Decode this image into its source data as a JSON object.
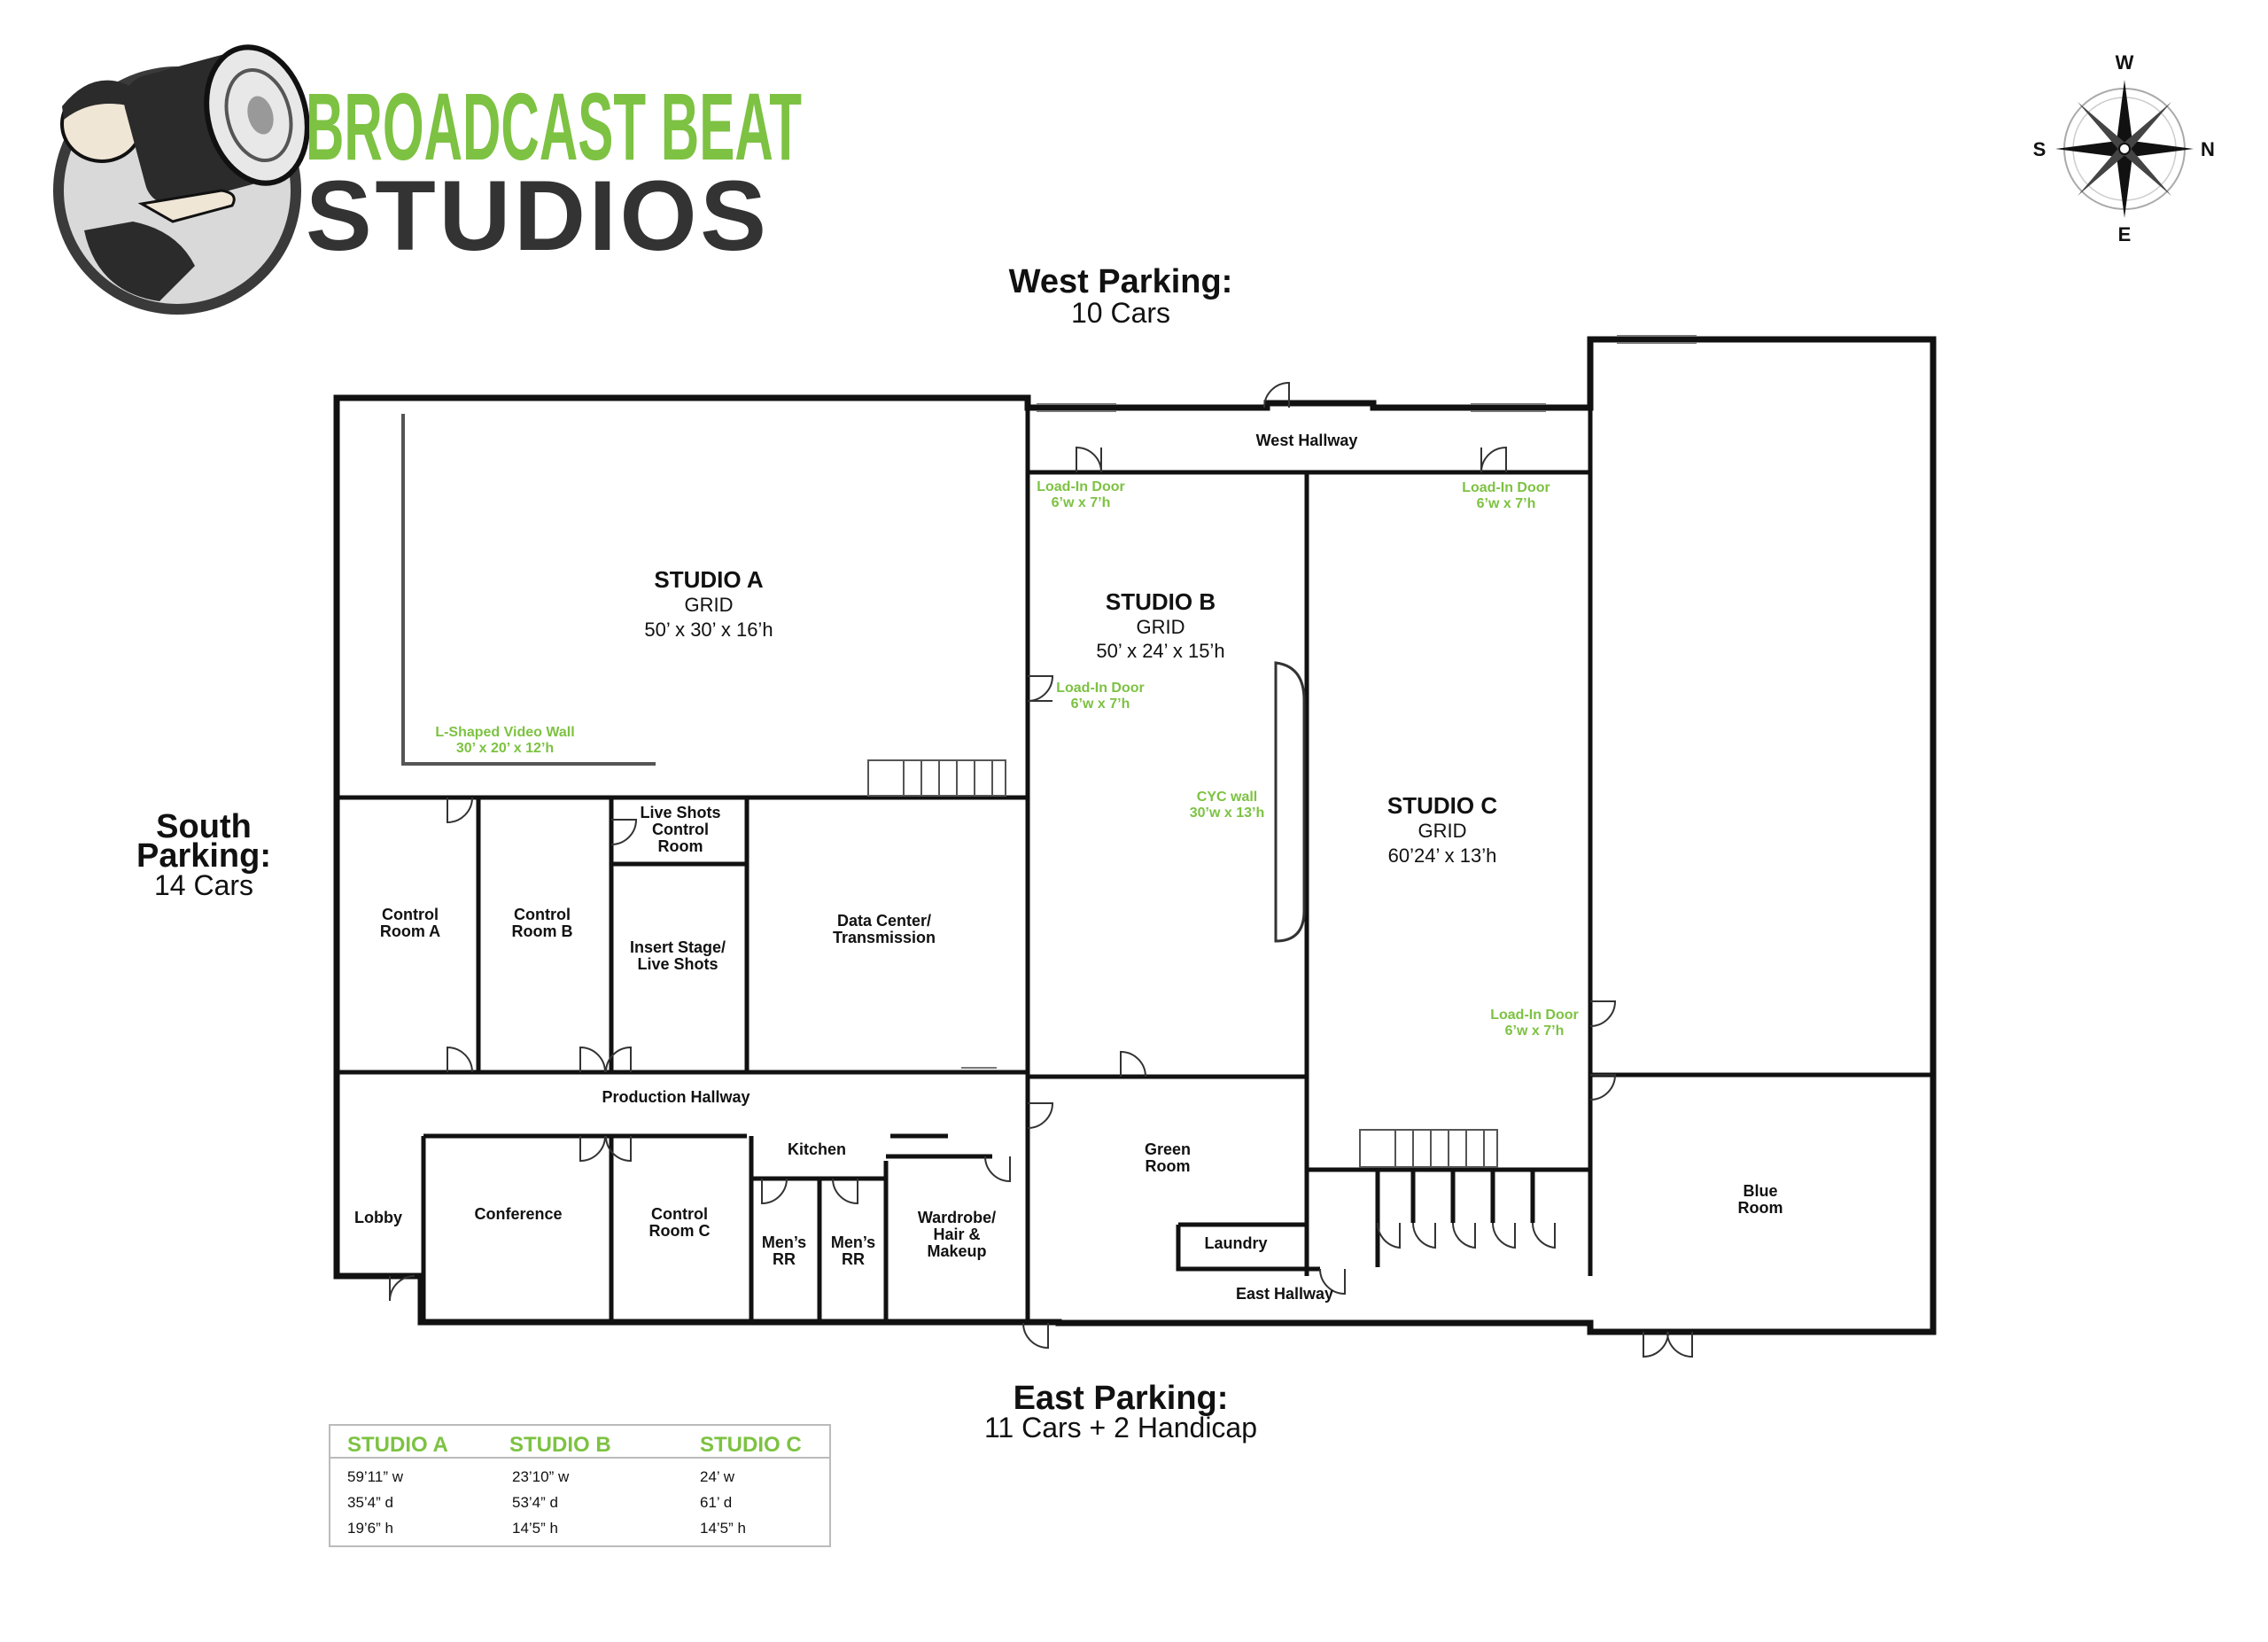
{
  "logo": {
    "line1": "BROADCAST BEAT",
    "line2": "STUDIOS",
    "green": "#7dc242",
    "dark": "#333333"
  },
  "compass": {
    "north": "W",
    "east": "N",
    "south": "E",
    "west": "S"
  },
  "parking": {
    "west": {
      "title": "West Parking:",
      "count": "10 Cars"
    },
    "south": {
      "title1": "South",
      "title2": "Parking:",
      "count": "14 Cars"
    },
    "east": {
      "title": "East Parking:",
      "count": "11 Cars + 2 Handicap"
    }
  },
  "studios": {
    "a": {
      "name": "STUDIO A",
      "grid": "GRID",
      "dims": "50’ x 30’ x 16’h"
    },
    "b": {
      "name": "STUDIO B",
      "grid": "GRID",
      "dims": "50’ x 24’ x 15’h"
    },
    "c": {
      "name": "STUDIO C",
      "grid": "GRID",
      "dims": "60’24’ x 13’h"
    }
  },
  "green_labels": {
    "load_in_title": "Load-In Door",
    "load_in_size": "6’w x 7’h",
    "video_wall_title": "L-Shaped Video Wall",
    "video_wall_size": "30’ x 20’ x 12’h",
    "cyc_title": "CYC wall",
    "cyc_size": "30’w x 13’h"
  },
  "rooms": {
    "west_hallway": "West Hallway",
    "live_shots_1": "Live Shots",
    "live_shots_2": "Control",
    "live_shots_3": "Room",
    "control_a_1": "Control",
    "control_a_2": "Room A",
    "control_b_1": "Control",
    "control_b_2": "Room B",
    "insert_1": "Insert Stage/",
    "insert_2": "Live Shots",
    "data_1": "Data Center/",
    "data_2": "Transmission",
    "production_hallway": "Production Hallway",
    "kitchen": "Kitchen",
    "lobby": "Lobby",
    "conference": "Conference",
    "control_c_1": "Control",
    "control_c_2": "Room C",
    "mens_1": "Men’s",
    "mens_2": "RR",
    "wardrobe_1": "Wardrobe/",
    "wardrobe_2": "Hair &",
    "wardrobe_3": "Makeup",
    "green_room_1": "Green",
    "green_room_2": "Room",
    "laundry": "Laundry",
    "east_hallway": "East Hallway",
    "blue_1": "Blue",
    "blue_2": "Room"
  },
  "dimensions_table": {
    "headers": [
      "STUDIO A",
      "STUDIO B",
      "STUDIO C"
    ],
    "rows": [
      [
        "59’11” w",
        "23’10” w",
        "24’ w"
      ],
      [
        "35’4” d",
        "53’4” d",
        "61’ d"
      ],
      [
        "19’6” h",
        "14’5” h",
        "14’5” h"
      ]
    ]
  }
}
